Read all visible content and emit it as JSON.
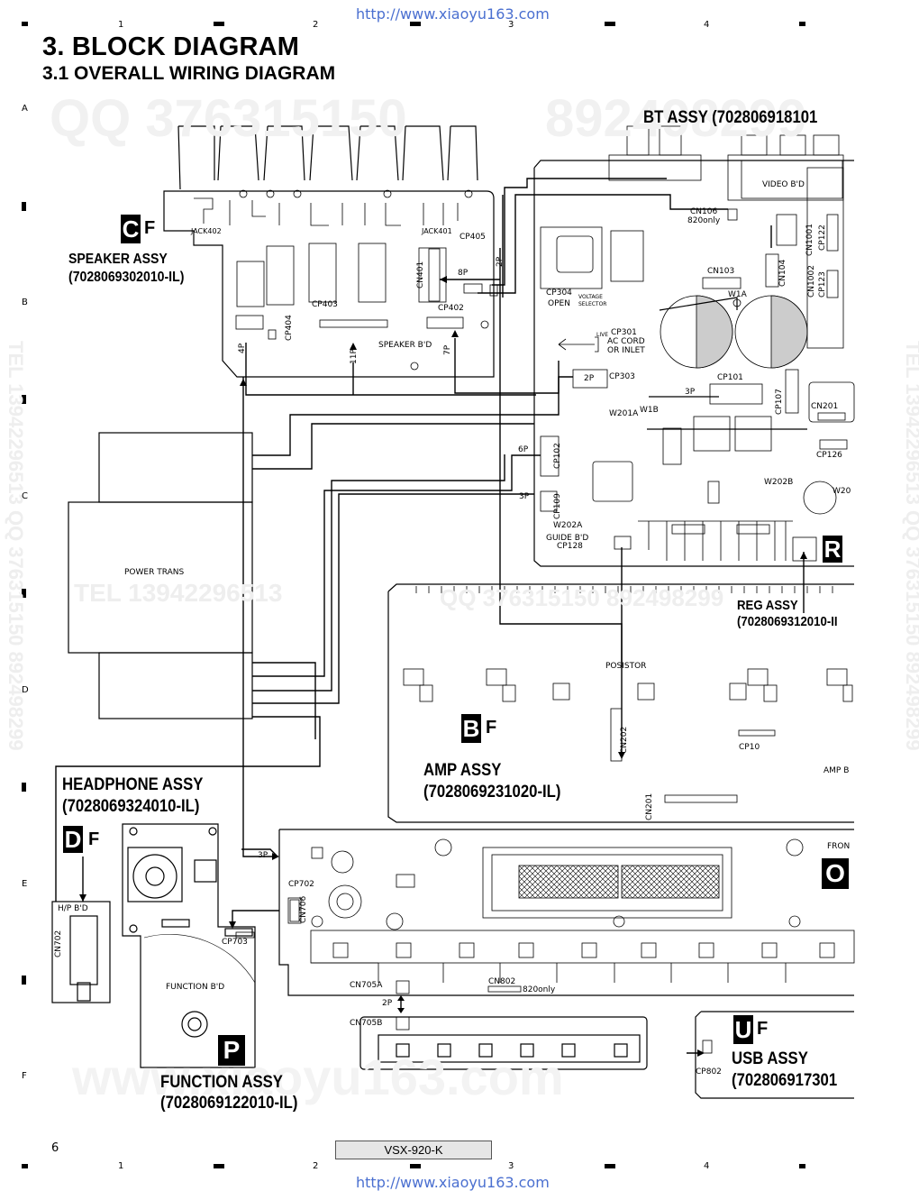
{
  "source_url": "http://www.xiaoyu163.com",
  "page_title": "3. BLOCK DIAGRAM",
  "section_title": "3.1  OVERALL WIRING DIAGRAM",
  "page_number": "6",
  "model": "VSX-920-K",
  "ruler": {
    "columns": [
      "1",
      "2",
      "3",
      "4"
    ],
    "rows": [
      "A",
      "B",
      "C",
      "D",
      "E",
      "F"
    ]
  },
  "watermarks": {
    "qq": "QQ 376315150",
    "qq_right": "892498299",
    "tel": "TEL 13942296513",
    "mid": "QQ 376315150 892498299",
    "www": "www.xiaoyu163.com",
    "side_right": "TEL 13942296513 QQ 376315150 892498299",
    "side_left": "TEL 13942296513 QQ 376315150 892498299"
  },
  "assemblies": {
    "speaker": {
      "badge": "C",
      "badge_suffix": "F",
      "name": "SPEAKER ASSY",
      "code": "(7028069302010-IL)",
      "board": "SPEAKER B'D"
    },
    "bt": {
      "name": "BT ASSY (702806918101"
    },
    "reg": {
      "badge": "R",
      "name": "REG ASSY",
      "code": "(7028069312010-II"
    },
    "amp": {
      "badge": "B",
      "badge_suffix": "F",
      "name": "AMP ASSY",
      "code": "(7028069231020-IL)",
      "board": "AMP B"
    },
    "headphone": {
      "badge": "D",
      "badge_suffix": "F",
      "name": "HEADPHONE ASSY",
      "code": "(7028069324010-IL)",
      "board": "H/P B'D"
    },
    "function": {
      "badge": "P",
      "name": "FUNCTION ASSY",
      "code": "(7028069122010-IL)",
      "board": "FUNCTION B'D"
    },
    "usb": {
      "badge": "U",
      "badge_suffix": "F",
      "name": "USB ASSY",
      "code": "(702806917301"
    },
    "front": {
      "badge": "O",
      "label": "FRON"
    },
    "power_trans": {
      "label": "POWER TRANS"
    },
    "video": {
      "label": "VIDEO B'D"
    },
    "guide": {
      "label": "GUIDE B'D"
    }
  },
  "connectors": {
    "jack402": "JACK402",
    "jack401": "JACK401",
    "cp405": "CP405",
    "cn401": "CN401",
    "p8": "8P",
    "p2a": "2P",
    "cp402": "CP402",
    "cp404": "CP404",
    "cp403": "CP403",
    "p4": "4P",
    "p11": "11P",
    "p7": "7P",
    "cn106": "CN106",
    "only820a": "820only",
    "cn103": "CN103",
    "cn104": "CN104",
    "cn1001": "CN1001",
    "cn1002": "CN1002",
    "cp122": "CP122",
    "cp123": "CP123",
    "w1a": "W1A",
    "cp304": "CP304",
    "open": "OPEN",
    "voltage": "VOLTAGE",
    "selector": "SELECTOR",
    "cp301": "CP301",
    "ac_cord": "AC CORD",
    "or_inlet": "OR INLET",
    "p2b": "2P",
    "cp303": "CP303",
    "p3a": "3P",
    "cp101": "CP101",
    "cp107": "CP107",
    "cn201_top": "CN201",
    "w201a": "W201A",
    "w1b": "W1B",
    "cp126": "CP126",
    "p6": "6P",
    "cp102": "CP102",
    "p3b": "3P",
    "cp109": "CP109",
    "w202b": "W202B",
    "w20": "W20",
    "w202a": "W202A",
    "cp128": "CP128",
    "posistor": "POSISTOR",
    "cn202": "CN202",
    "cp10": "CP10",
    "cn201": "CN201",
    "p3c": "3P",
    "cp702": "CP702",
    "cn706": "CN706",
    "cp703": "CP703",
    "cn702": "CN702",
    "cn705a": "CN705A",
    "cn802": "CN802",
    "only820b": "820only",
    "p2c": "2P",
    "cn705b": "CN705B",
    "cp802": "CP802",
    "live": "LIVE"
  }
}
